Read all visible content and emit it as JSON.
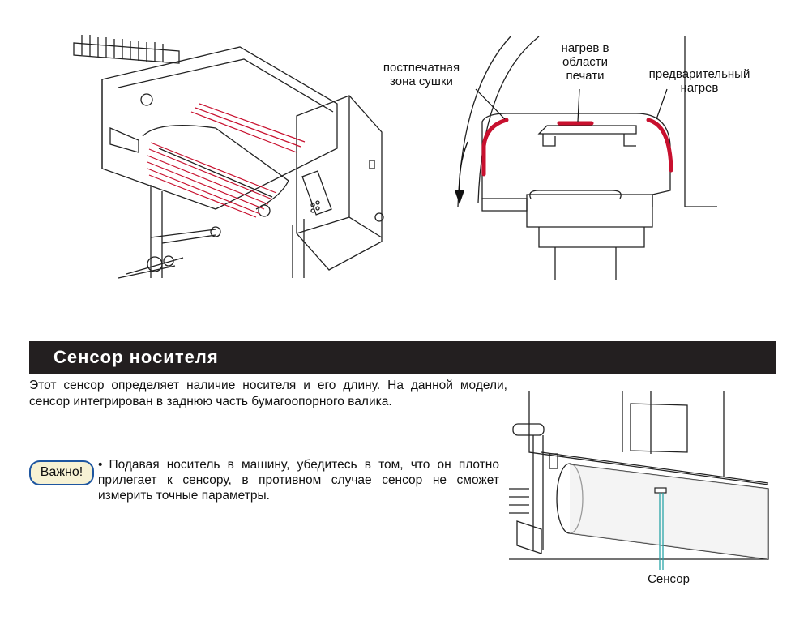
{
  "figure_heaters": {
    "labels": {
      "post_dry": "постпечатная\nзона сушки",
      "print_heater": "нагрев в\nобласти\nпечати",
      "pre_heater": "предварительный\nнагрев"
    },
    "heater_color": "#c8102e"
  },
  "section": {
    "title": "Сенсор  носителя"
  },
  "intro_text": "Этот сенсор определяет наличие носителя и его длину. На данной модели, сенсор интегрирован в заднюю часть бумагоопорного валика.",
  "important": {
    "badge": "Важно!",
    "bullet": "•",
    "text": "Подавая носитель в машину, убедитесь в том, что он плотно прилегает к сенсору, в противном случае сенсор не сможет измерить точные параметры."
  },
  "figure_sensor": {
    "label": "Сенсор",
    "sensor_color": "#2aa3a8"
  },
  "colors": {
    "section_bar": "#231f20",
    "badge_border": "#1e56a0",
    "badge_fill": "#f7f2d4"
  }
}
